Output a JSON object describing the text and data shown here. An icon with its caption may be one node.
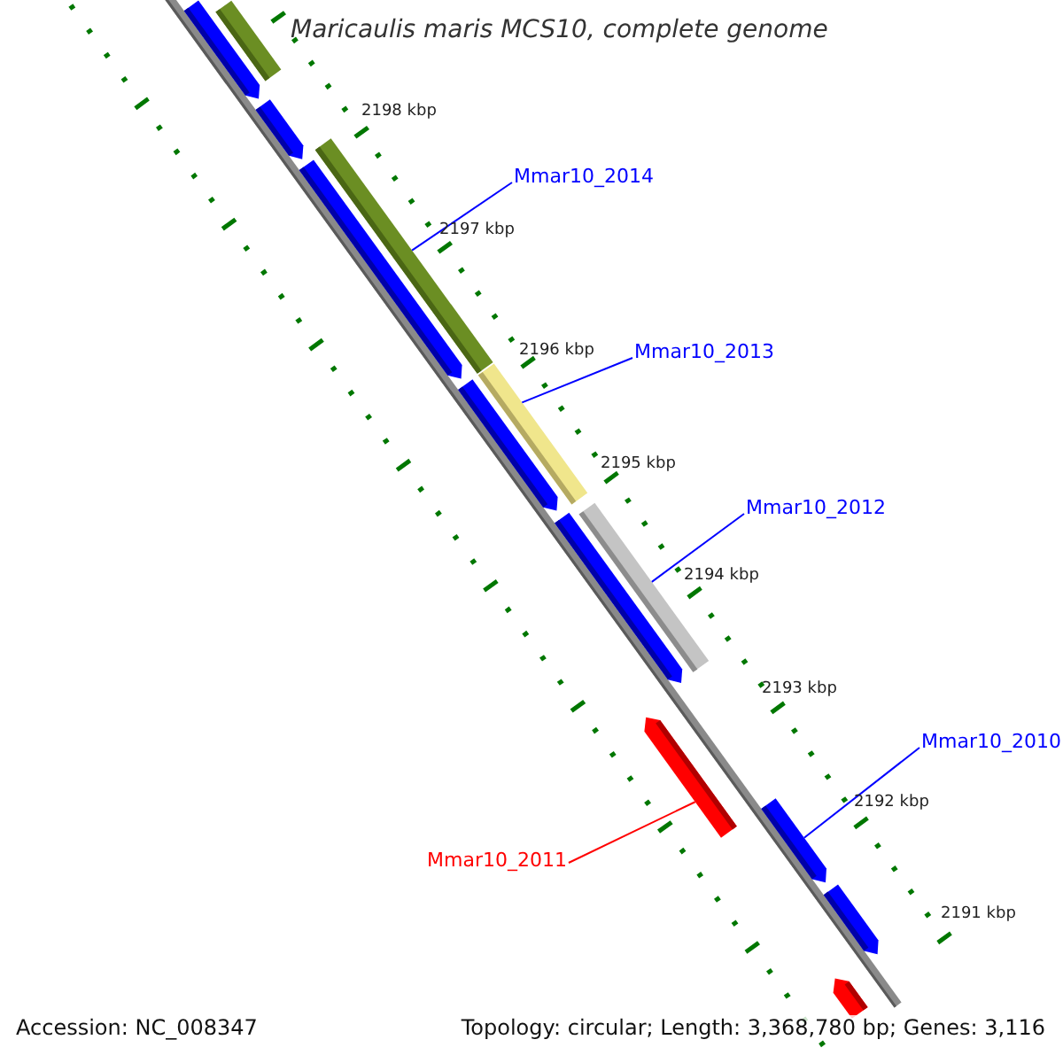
{
  "diagram": {
    "title": "Maricaulis maris MCS10, complete genome",
    "nodes": [
      {
        "text": [],
        "shape": "bar"
      },
      {
        "text": [],
        "shape": "bar"
      },
      {
        "text": [],
        "shape": "bar"
      },
      {
        "text": [
          "Mmar10_2014"
        ]
      },
      {
        "text": [],
        "shape": "bar"
      },
      {
        "text": [],
        "shape": "bar"
      },
      {
        "text": [
          "Mmar10_2013"
        ]
      },
      {
        "text": [],
        "shape": "bar"
      },
      {
        "text": [],
        "shape": "bar"
      },
      {
        "text": [
          "Mmar10_2012"
        ]
      },
      {
        "text": [],
        "shape": "bar"
      },
      {
        "text": [],
        "shape": "bar"
      },
      {
        "text": [],
        "shape": "bar"
      },
      {
        "text": [
          "Mmar10_2010"
        ]
      },
      {
        "text": [],
        "shape": "bar"
      },
      {
        "text": [
          "Mmar10_2011"
        ]
      },
      {
        "text": [],
        "shape": "bar"
      },
      {
        "text": [],
        "shape": "bar"
      }
    ],
    "edges": [
      {
        "from": 3,
        "to": 4,
        "arrow": "none"
      },
      {
        "from": 6,
        "to": 7,
        "arrow": "none"
      },
      {
        "from": 9,
        "to": 10,
        "arrow": "none"
      },
      {
        "from": 13,
        "to": 14,
        "arrow": "none"
      },
      {
        "from": 15,
        "to": 12,
        "arrow": "none",
        "color": "#ff0000"
      }
    ],
    "labels": [
      "2198 kbp",
      "2197 kbp",
      "2196 kbp",
      "2195 kbp",
      "2194 kbp",
      "2193 kbp",
      "2192 kbp",
      "2191 kbp",
      "Accession: NC_008347",
      "Topology: circular; Length: 3,368,780 bp; Genes: 3,116"
    ]
  }
}
